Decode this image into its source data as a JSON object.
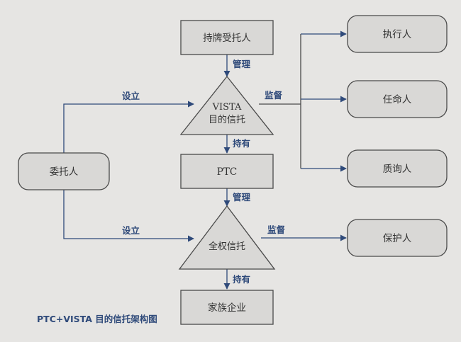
{
  "nodes": {
    "trustee": "持牌受托人",
    "settlor": "委托人",
    "vista_line1": "VISTA",
    "vista_line2": "目的信托",
    "ptc": "PTC",
    "discretionary_trust": "全权信托",
    "family_business": "家族企业",
    "executor": "执行人",
    "appointor": "任命人",
    "inquirer": "质询人",
    "protector": "保护人"
  },
  "edges": {
    "manage_top": "管理",
    "manage_mid": "管理",
    "hold_top": "持有",
    "hold_bottom": "持有",
    "establish_top": "设立",
    "establish_bottom": "设立",
    "supervise_top": "监督",
    "supervise_bottom": "监督"
  },
  "caption": "PTC+VISTA 目的信托架构图",
  "colors": {
    "background": "#e6e5e3",
    "box_fill": "#d9d8d6",
    "stroke": "#4a4a4a",
    "arrow": "#2f4a7a",
    "label": "#2f4a7a"
  }
}
